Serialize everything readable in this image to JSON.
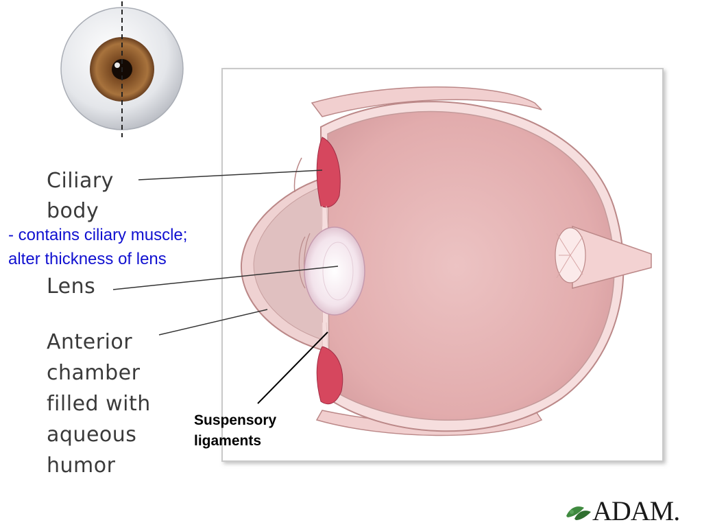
{
  "labels": {
    "ciliary_body": "Ciliary\nbody",
    "ciliary_note": "- contains ciliary muscle;\nalter thickness of lens",
    "lens": "Lens",
    "anterior_chamber": "Anterior\nchamber\nfilled with\naqueous\nhumor",
    "suspensory": "Suspensory\nligaments"
  },
  "logo": {
    "text": "ADAM."
  },
  "colors": {
    "eye_tissue": "#e9b8b8",
    "ciliary_muscle": "#d6475e",
    "iris_brown": "#8b5a2b",
    "annotation_blue": "#1010d0",
    "logo_green": "#3f8a3f"
  }
}
